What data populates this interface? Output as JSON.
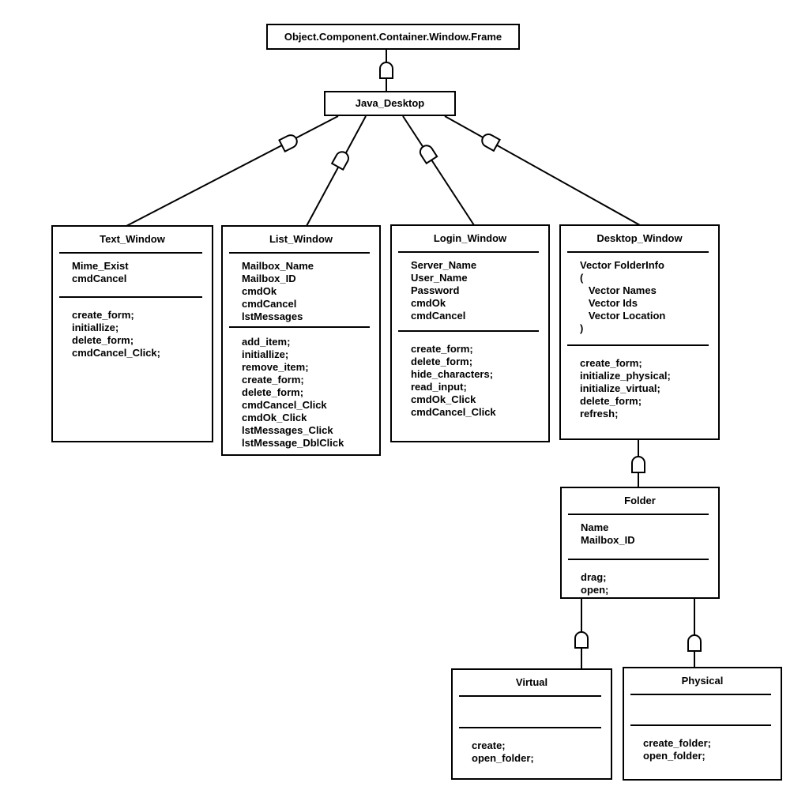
{
  "page": {
    "background": "#ffffff",
    "stroke_color": "#000000",
    "diagram_type": "class-inheritance-diagram"
  },
  "classes": {
    "frame": {
      "title": "Object.Component.Container.Window.Frame"
    },
    "java_desktop": {
      "title": "Java_Desktop"
    },
    "text_window": {
      "title": "Text_Window",
      "attributes": [
        "Mime_Exist",
        "cmdCancel"
      ],
      "methods": [
        "create_form;",
        "initiallize;",
        "delete_form;",
        "cmdCancel_Click;"
      ]
    },
    "list_window": {
      "title": "List_Window",
      "attributes": [
        "Mailbox_Name",
        "Mailbox_ID",
        "cmdOk",
        "cmdCancel",
        "lstMessages"
      ],
      "methods": [
        "add_item;",
        "initiallize;",
        "remove_item;",
        "create_form;",
        "delete_form;",
        "cmdCancel_Click",
        "cmdOk_Click",
        "lstMessages_Click",
        "lstMessage_DblClick"
      ]
    },
    "login_window": {
      "title": "Login_Window",
      "attributes": [
        "Server_Name",
        "User_Name",
        "Password",
        "cmdOk",
        "cmdCancel"
      ],
      "methods": [
        "create_form;",
        "delete_form;",
        "hide_characters;",
        "read_input;",
        "cmdOk_Click",
        "cmdCancel_Click"
      ]
    },
    "desktop_window": {
      "title": "Desktop_Window",
      "attributes": [
        "Vector FolderInfo",
        "(",
        "   Vector Names",
        "   Vector Ids",
        "   Vector Location",
        ")"
      ],
      "methods": [
        "create_form;",
        "initialize_physical;",
        "initialize_virtual;",
        "delete_form;",
        "refresh;"
      ]
    },
    "folder": {
      "title": "Folder",
      "attributes": [
        "Name",
        "Mailbox_ID"
      ],
      "methods": [
        "drag;",
        "open;"
      ]
    },
    "virtual": {
      "title": "Virtual",
      "attributes": [],
      "methods": [
        "create;",
        "open_folder;"
      ]
    },
    "physical": {
      "title": "Physical",
      "attributes": [],
      "methods": [
        "create_folder;",
        "open_folder;"
      ]
    }
  }
}
